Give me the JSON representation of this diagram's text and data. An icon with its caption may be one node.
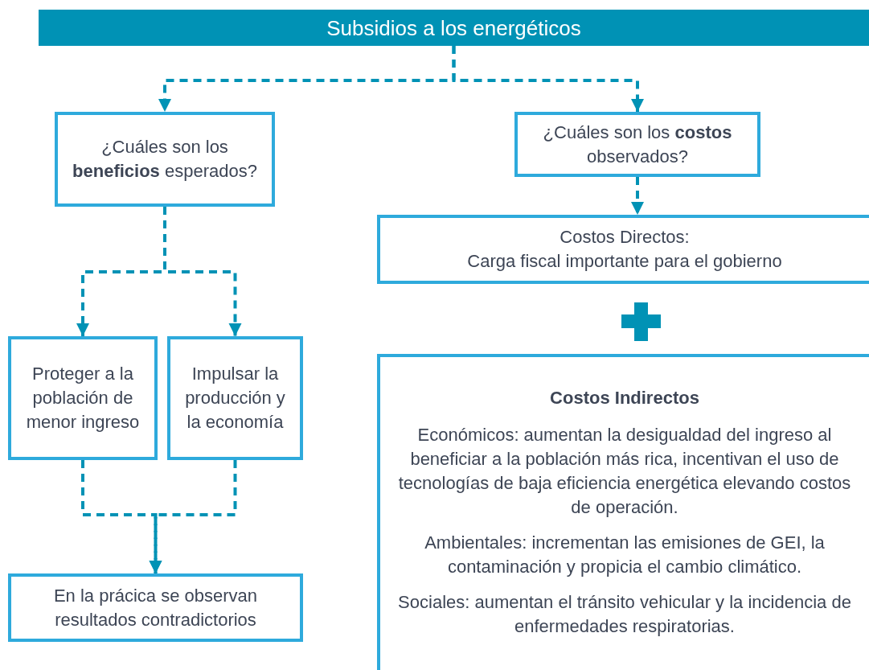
{
  "diagram": {
    "nodes": [
      {
        "text": [
          "Subsidios a los energéticos"
        ]
      },
      {
        "text": [
          "¿Cuáles son los **beneficios** esperados?"
        ]
      },
      {
        "text": [
          "¿Cuáles son los **costos** observados?"
        ]
      },
      {
        "text": [
          "Costos Directos:",
          "Carga fiscal importante para el gobierno"
        ]
      },
      {
        "text": [
          "Proteger a la población de menor ingreso"
        ]
      },
      {
        "text": [
          "Impulsar la producción y la economía"
        ]
      },
      {
        "text": [
          "En la prácica se observan resultados contradictorios"
        ]
      },
      {
        "text": [
          "Costos Indirectos",
          "Económicos:  aumentan la desigualdad del ingreso al beneficiar a la población más rica, incentivan el uso de tecnologías de baja eficiencia energética elevando costos de operación.",
          "Ambientales:  incrementan las emisiones de GEI, la contaminación y propicia el cambio climático.",
          "Sociales:  aumentan el tránsito vehicular y la incidencia de enfermedades respiratorias."
        ]
      }
    ],
    "edges": [
      {
        "from": 0,
        "to": 1,
        "arrow": "to",
        "style": "dashed"
      },
      {
        "from": 0,
        "to": 2,
        "arrow": "to",
        "style": "dashed"
      },
      {
        "from": 2,
        "to": 3,
        "arrow": "to",
        "style": "dashed"
      },
      {
        "from": 1,
        "to": 4,
        "arrow": "to",
        "style": "dashed"
      },
      {
        "from": 1,
        "to": 5,
        "arrow": "to",
        "style": "dashed"
      },
      {
        "from": 4,
        "to": 6,
        "arrow": "to",
        "style": "dashed"
      },
      {
        "from": 5,
        "to": 6,
        "arrow": "to",
        "style": "dashed"
      }
    ]
  }
}
